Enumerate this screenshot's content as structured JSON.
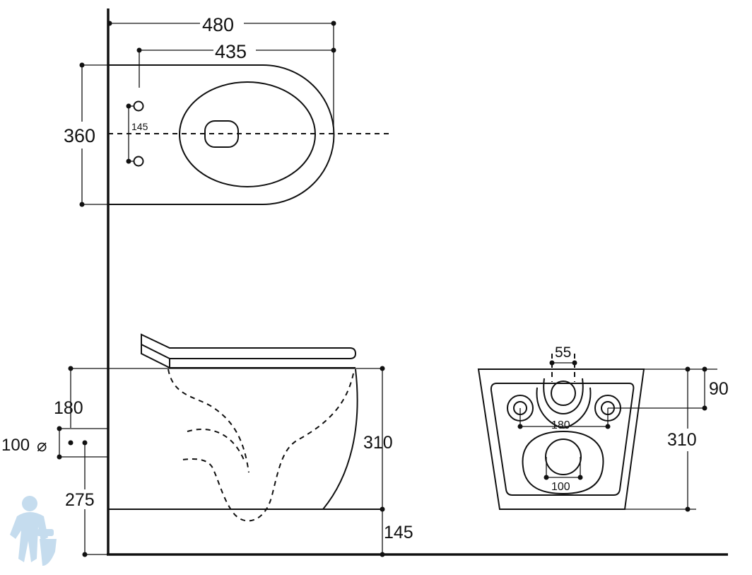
{
  "dimensions": {
    "top_width_total": "480",
    "top_width_inner": "435",
    "top_depth": "360",
    "mount_holes_spacing": "145",
    "side_height_a": "180",
    "side_pipe_diameter": "100",
    "side_height_b": "275",
    "side_height_total": "310",
    "side_floor_gap": "145",
    "front_top_spacing": "55",
    "front_top_height": "90",
    "front_hole_spacing": "180",
    "front_height_total": "310",
    "front_outlet_spacing": "100"
  },
  "symbols": {
    "diameter": "⌀"
  },
  "colors": {
    "line": "#111111",
    "background": "#ffffff",
    "mascot": "#bcd7ec"
  },
  "icons": {
    "mascot": "plumber-mascot-icon"
  }
}
